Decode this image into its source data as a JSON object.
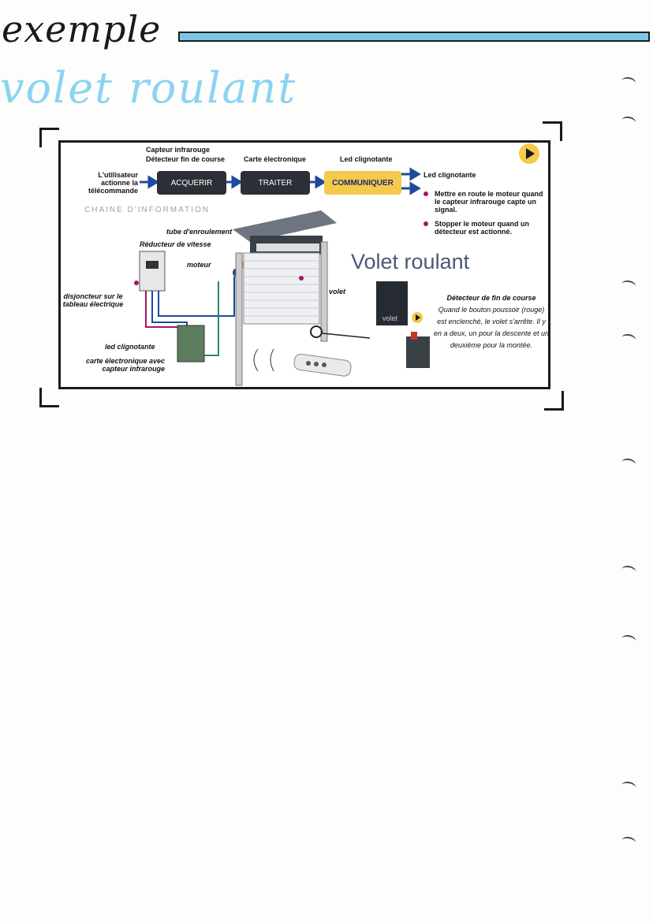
{
  "page": {
    "heading": "exemple",
    "subtitle": "volet roulant"
  },
  "diagram": {
    "chain": {
      "input_label": "L'utilisateur actionne la télécommande",
      "sensor_label_1": "Capteur infrarouge",
      "sensor_label_2": "Détecteur fin de course",
      "card_label": "Carte électronique",
      "led_label": "Led clignotante",
      "step_acquire": "ACQUERIR",
      "step_process": "TRAITER",
      "step_communicate": "COMMUNIQUER",
      "chain_name": "CHAINE D'INFORMATION",
      "out_led": "Led clignotante",
      "out_motor_on": "Mettre en route le moteur quand le capteur infrarouge capte un signal.",
      "out_motor_off": "Stopper le moteur quand un détecteur est actionné."
    },
    "parts": {
      "tube": "tube d'enroulement",
      "reducer": "Réducteur de vitesse",
      "motor": "moteur",
      "breaker": "disjoncteur sur le tableau électrique",
      "led": "led clignotante",
      "card": "carte électronique avec capteur infrarouge",
      "shutter": "volet"
    },
    "title": "Volet roulant",
    "video_label": "volet",
    "detector_title": "Détecteur de fin de course",
    "detector_text": "Quand le bouton poussoir (rouge) est enclenché, le volet s'arrête. Il y en a deux, un pour la descente et un deuxième pour la montée.",
    "colors": {
      "accent_blue": "#1f4a9c",
      "accent_yellow": "#f4c94c",
      "bullet": "#a0166b",
      "heading_bar": "#7cc6ea"
    },
    "icons": [
      "play-icon",
      "arrow-right-icon"
    ]
  }
}
